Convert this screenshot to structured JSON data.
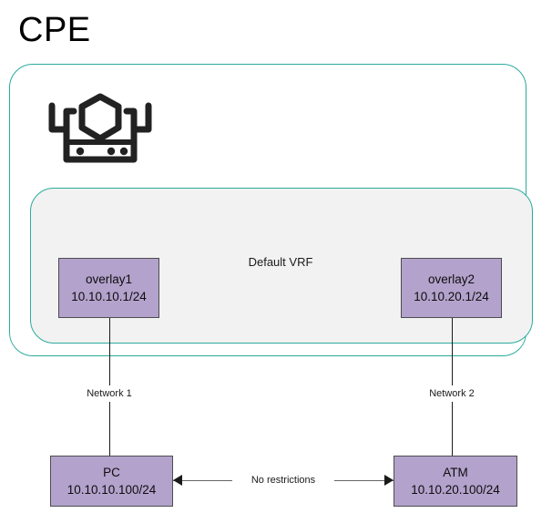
{
  "title": "CPE",
  "containers": {
    "cpe": {
      "label": "CPE",
      "border_color": "#2bab9d",
      "fill_color": "#ffffff"
    },
    "vrf": {
      "label": "Default VRF",
      "border_color": "#2bab9d",
      "fill_color": "#f2f2f2"
    }
  },
  "icons": {
    "router": "router-security-gateway-icon"
  },
  "nodes": [
    {
      "id": "overlay1",
      "name": "overlay1",
      "address": "10.10.10.1/24",
      "fill_color": "#b3a2cc",
      "border_color": "#4d4d4d"
    },
    {
      "id": "overlay2",
      "name": "overlay2",
      "address": "10.10.20.1/24",
      "fill_color": "#b3a2cc",
      "border_color": "#4d4d4d"
    },
    {
      "id": "pc",
      "name": "PC",
      "address": "10.10.10.100/24",
      "fill_color": "#b3a2cc",
      "border_color": "#4d4d4d"
    },
    {
      "id": "atm",
      "name": "ATM",
      "address": "10.10.20.100/24",
      "fill_color": "#b3a2cc",
      "border_color": "#4d4d4d"
    }
  ],
  "links": [
    {
      "id": "network1",
      "label": "Network 1",
      "from": "overlay1",
      "to": "pc",
      "style": "solid-vertical",
      "color": "#1a1a1a"
    },
    {
      "id": "network2",
      "label": "Network 2",
      "from": "overlay2",
      "to": "atm",
      "style": "solid-vertical",
      "color": "#1a1a1a"
    },
    {
      "id": "pc-atm",
      "label": "No restrictions",
      "from": "pc",
      "to": "atm",
      "style": "bidirectional-arrow",
      "color": "#666666"
    }
  ]
}
